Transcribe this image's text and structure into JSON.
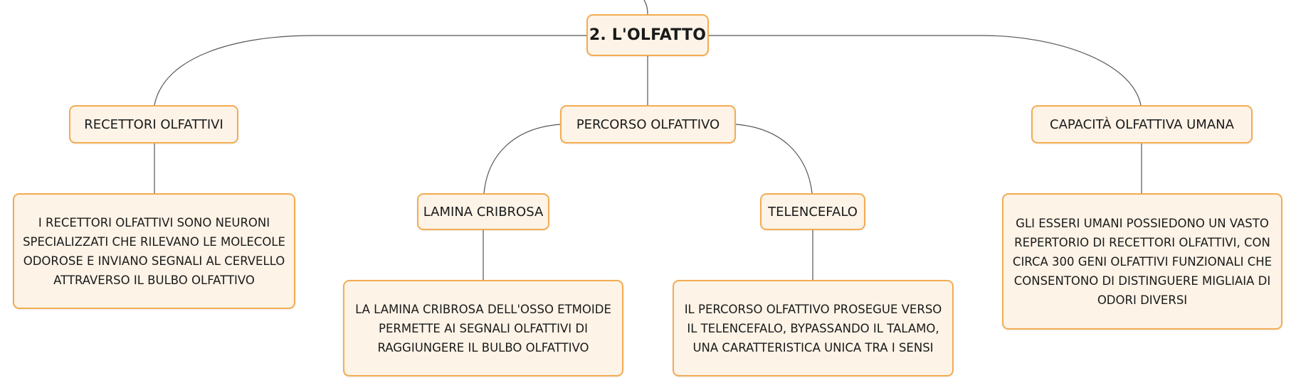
{
  "colors": {
    "node_fill": "#fdf3e7",
    "node_border": "#f3ac52",
    "connector": "#555555",
    "text": "#1a1a1a"
  },
  "root": {
    "label": "2. L'OLFATTO"
  },
  "branches": {
    "recettori": {
      "label": "RECETTORI OLFATTIVI",
      "detail": "I RECETTORI OLFATTIVI SONO NEURONI SPECIALIZZATI CHE RILEVANO LE MOLECOLE ODOROSE E INVIANO SEGNALI AL CERVELLO ATTRAVERSO IL BULBO OLFATTIVO"
    },
    "percorso": {
      "label": "PERCORSO OLFATTIVO",
      "lamina": {
        "label": "LAMINA CRIBROSA",
        "detail": "LA LAMINA CRIBROSA DELL'OSSO ETMOIDE PERMETTE AI SEGNALI OLFATTIVI DI RAGGIUNGERE IL BULBO OLFATTIVO"
      },
      "telencefalo": {
        "label": "TELENCEFALO",
        "detail": "IL PERCORSO OLFATTIVO PROSEGUE VERSO IL TELENCEFALO, BYPASSANDO IL TALAMO, UNA CARATTERISTICA UNICA TRA I SENSI"
      }
    },
    "capacita": {
      "label": "CAPACITÀ OLFATTIVA UMANA",
      "detail": "GLI ESSERI UMANI POSSIEDONO UN VASTO REPERTORIO DI RECETTORI OLFATTIVI, CON CIRCA 300 GENI OLFATTIVI FUNZIONALI CHE CONSENTONO DI DISTINGUERE MIGLIAIA DI ODORI DIVERSI"
    }
  }
}
